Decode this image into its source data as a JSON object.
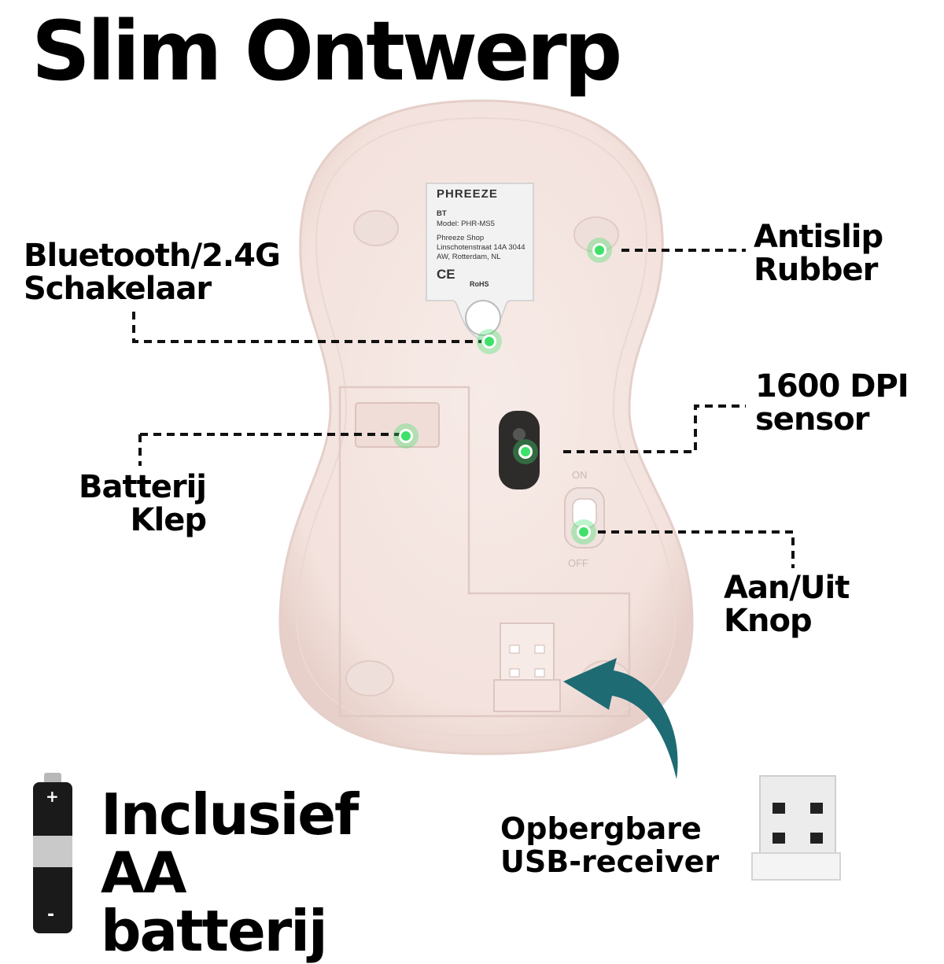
{
  "title": "Slim Ontwerp",
  "callouts": {
    "bluetooth": {
      "line1": "Bluetooth/2.4G",
      "line2": "Schakelaar"
    },
    "antislip": {
      "line1": "Antislip",
      "line2": "Rubber"
    },
    "sensor": {
      "line1": "1600 DPI",
      "line2": "sensor"
    },
    "battery_cover": {
      "line1": "Batterij",
      "line2": "Klep"
    },
    "power_switch": {
      "line1": "Aan/Uit",
      "line2": "Knop"
    },
    "usb_receiver": {
      "line1": "Opbergbare",
      "line2": "USB-receiver"
    }
  },
  "battery_promo": {
    "line1": "Inclusief",
    "line2": "AA",
    "line3": "batterij",
    "plus": "+",
    "minus": "-"
  },
  "sticker": {
    "brand": "PHREEZE",
    "bt": "BT",
    "model": "Model: PHR-MS5",
    "address_lines": [
      "Phreeze Shop",
      "Linschotenstraat 14A 3044",
      "AW, Rotterdam, NL"
    ],
    "ce": "CE",
    "rohs": "RoHS"
  },
  "switch_labels": {
    "on": "ON",
    "off": "OFF"
  },
  "colors": {
    "mouse": "#f5e6e2",
    "mouse_edge": "#e8d2cc",
    "marker": "#3ee06a",
    "arrow": "#1e6b73"
  },
  "icons": [
    "battery-icon",
    "usb-receiver-icon",
    "curved-arrow-icon",
    "marker-dot-icon"
  ]
}
